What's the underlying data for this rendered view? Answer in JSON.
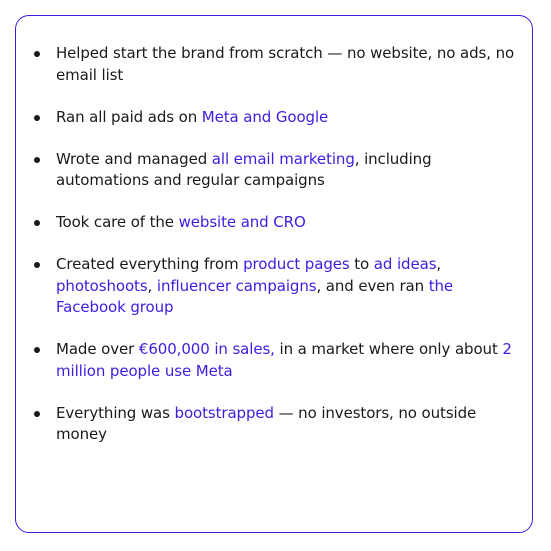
{
  "colors": {
    "accent": "#3a1fe0",
    "text": "#1a1a1a",
    "border": "#3a1fe0"
  },
  "bullets": [
    [
      {
        "t": "Helped start the brand from scratch — no website, no ads, no email list",
        "hl": false
      }
    ],
    [
      {
        "t": "Ran all paid ads on ",
        "hl": false
      },
      {
        "t": "Meta and Google",
        "hl": true
      }
    ],
    [
      {
        "t": "Wrote and managed ",
        "hl": false
      },
      {
        "t": "all email marketing",
        "hl": true
      },
      {
        "t": ", including automations and regular campaigns",
        "hl": false
      }
    ],
    [
      {
        "t": "Took care of the ",
        "hl": false
      },
      {
        "t": "website and CRO",
        "hl": true
      }
    ],
    [
      {
        "t": "Created everything from ",
        "hl": false
      },
      {
        "t": "product pages",
        "hl": true
      },
      {
        "t": " to ",
        "hl": false
      },
      {
        "t": "ad ideas",
        "hl": true
      },
      {
        "t": ", ",
        "hl": false
      },
      {
        "t": "photoshoots",
        "hl": true
      },
      {
        "t": ", ",
        "hl": false
      },
      {
        "t": "influencer campaigns",
        "hl": true
      },
      {
        "t": ", and even ran ",
        "hl": false
      },
      {
        "t": "the Facebook group",
        "hl": true
      }
    ],
    [
      {
        "t": "Made over ",
        "hl": false
      },
      {
        "t": "€600,000 in sales,",
        "hl": true
      },
      {
        "t": " in a market where only about ",
        "hl": false
      },
      {
        "t": "2 million people use Meta",
        "hl": true
      }
    ],
    [
      {
        "t": "Everything was ",
        "hl": false
      },
      {
        "t": "bootstrapped",
        "hl": true
      },
      {
        "t": " — no investors, no outside money",
        "hl": false
      }
    ]
  ]
}
